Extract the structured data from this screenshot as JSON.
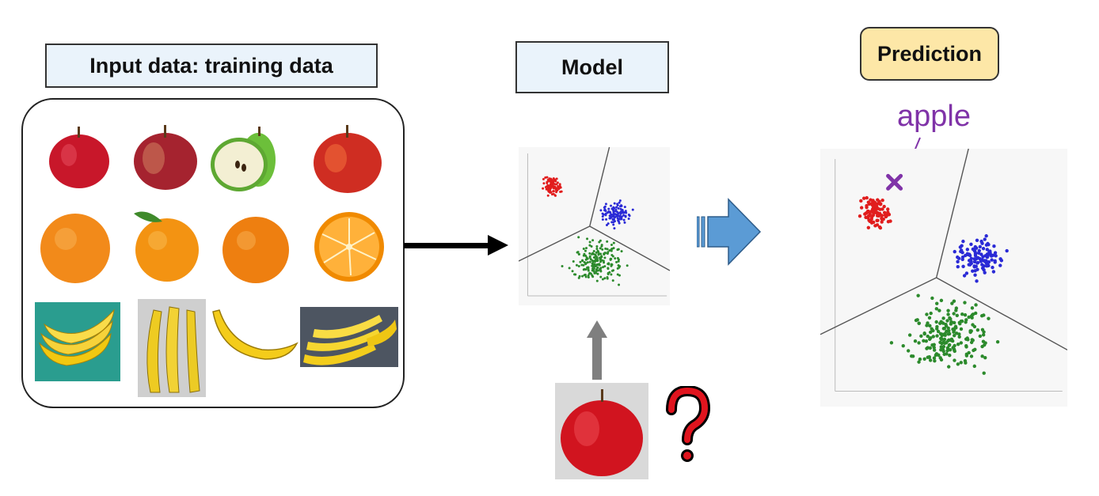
{
  "titles": {
    "input": "Input data: training data",
    "model": "Model",
    "prediction": "Prediction"
  },
  "prediction_label": "apple",
  "training_images": {
    "rows": [
      [
        "apple",
        "apple",
        "apple-half",
        "apple"
      ],
      [
        "orange",
        "orange",
        "orange",
        "orange-half"
      ],
      [
        "banana-bunch",
        "banana-bunch",
        "banana",
        "banana-bunch"
      ]
    ]
  },
  "query": {
    "image": "apple",
    "icon": "question-mark-icon"
  },
  "colors": {
    "red_cluster": "#e11d1d",
    "blue_cluster": "#2a2ad6",
    "green_cluster": "#2c8a2c",
    "prediction_marker": "#8033a8",
    "block_arrow": "#5b9bd5",
    "title_box": "#eaf3fb",
    "prediction_box": "#fde7a7"
  },
  "chart_data": {
    "type": "scatter",
    "grid": false,
    "series": [
      {
        "cluster": "red"
      },
      {
        "cluster": "blue"
      },
      {
        "cluster": "green"
      }
    ],
    "decision_boundaries": 3,
    "prediction_marker": "x"
  }
}
